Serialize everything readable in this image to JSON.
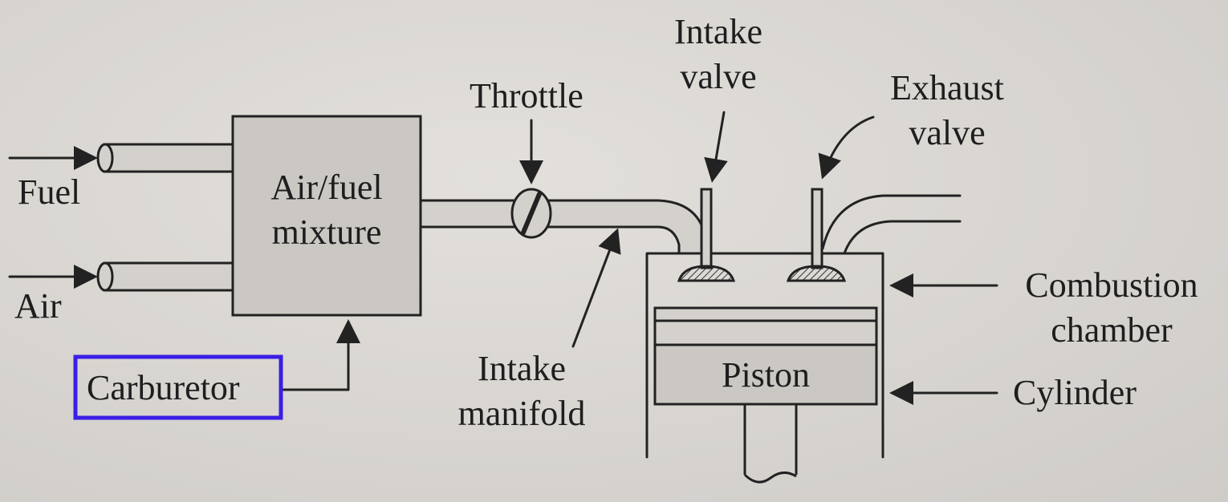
{
  "labels": {
    "fuel": "Fuel",
    "air": "Air",
    "mixture_line1": "Air/fuel",
    "mixture_line2": "mixture",
    "carburetor": "Carburetor",
    "throttle": "Throttle",
    "intake_valve_line1": "Intake",
    "intake_valve_line2": "valve",
    "exhaust_valve_line1": "Exhaust",
    "exhaust_valve_line2": "valve",
    "intake_manifold_line1": "Intake",
    "intake_manifold_line2": "manifold",
    "combustion_line1": "Combustion",
    "combustion_line2": "chamber",
    "piston": "Piston",
    "cylinder": "Cylinder"
  },
  "colors": {
    "highlight_box": "#3b1ee6",
    "ink": "#222222",
    "paper": "#d9d6d3"
  }
}
